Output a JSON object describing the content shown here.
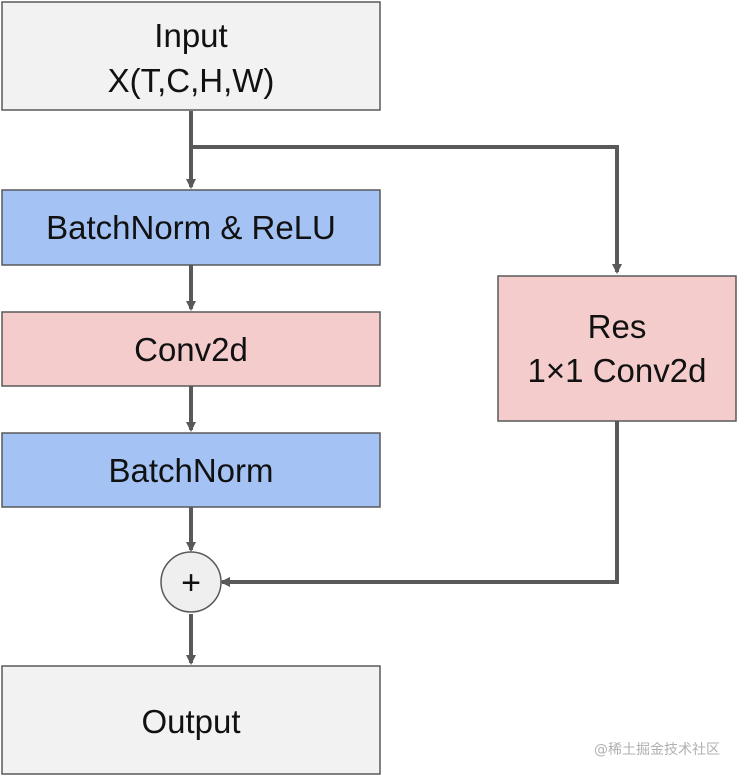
{
  "nodes": {
    "input": {
      "line1": "Input",
      "line2": "X(T,C,H,W)"
    },
    "batchnorm_relu": {
      "label": "BatchNorm & ReLU"
    },
    "conv2d": {
      "label": "Conv2d"
    },
    "batchnorm": {
      "label": "BatchNorm"
    },
    "res": {
      "line1": "Res",
      "line2": "1×1 Conv2d"
    },
    "add": {
      "symbol": "+"
    },
    "output": {
      "label": "Output"
    }
  },
  "colors": {
    "gray_fill": "#f2f2f2",
    "blue_fill": "#a4c2f4",
    "pink_fill": "#f4cccc",
    "stroke": "#595959",
    "arrow": "#595959"
  },
  "watermark": "@稀土掘金技术社区"
}
